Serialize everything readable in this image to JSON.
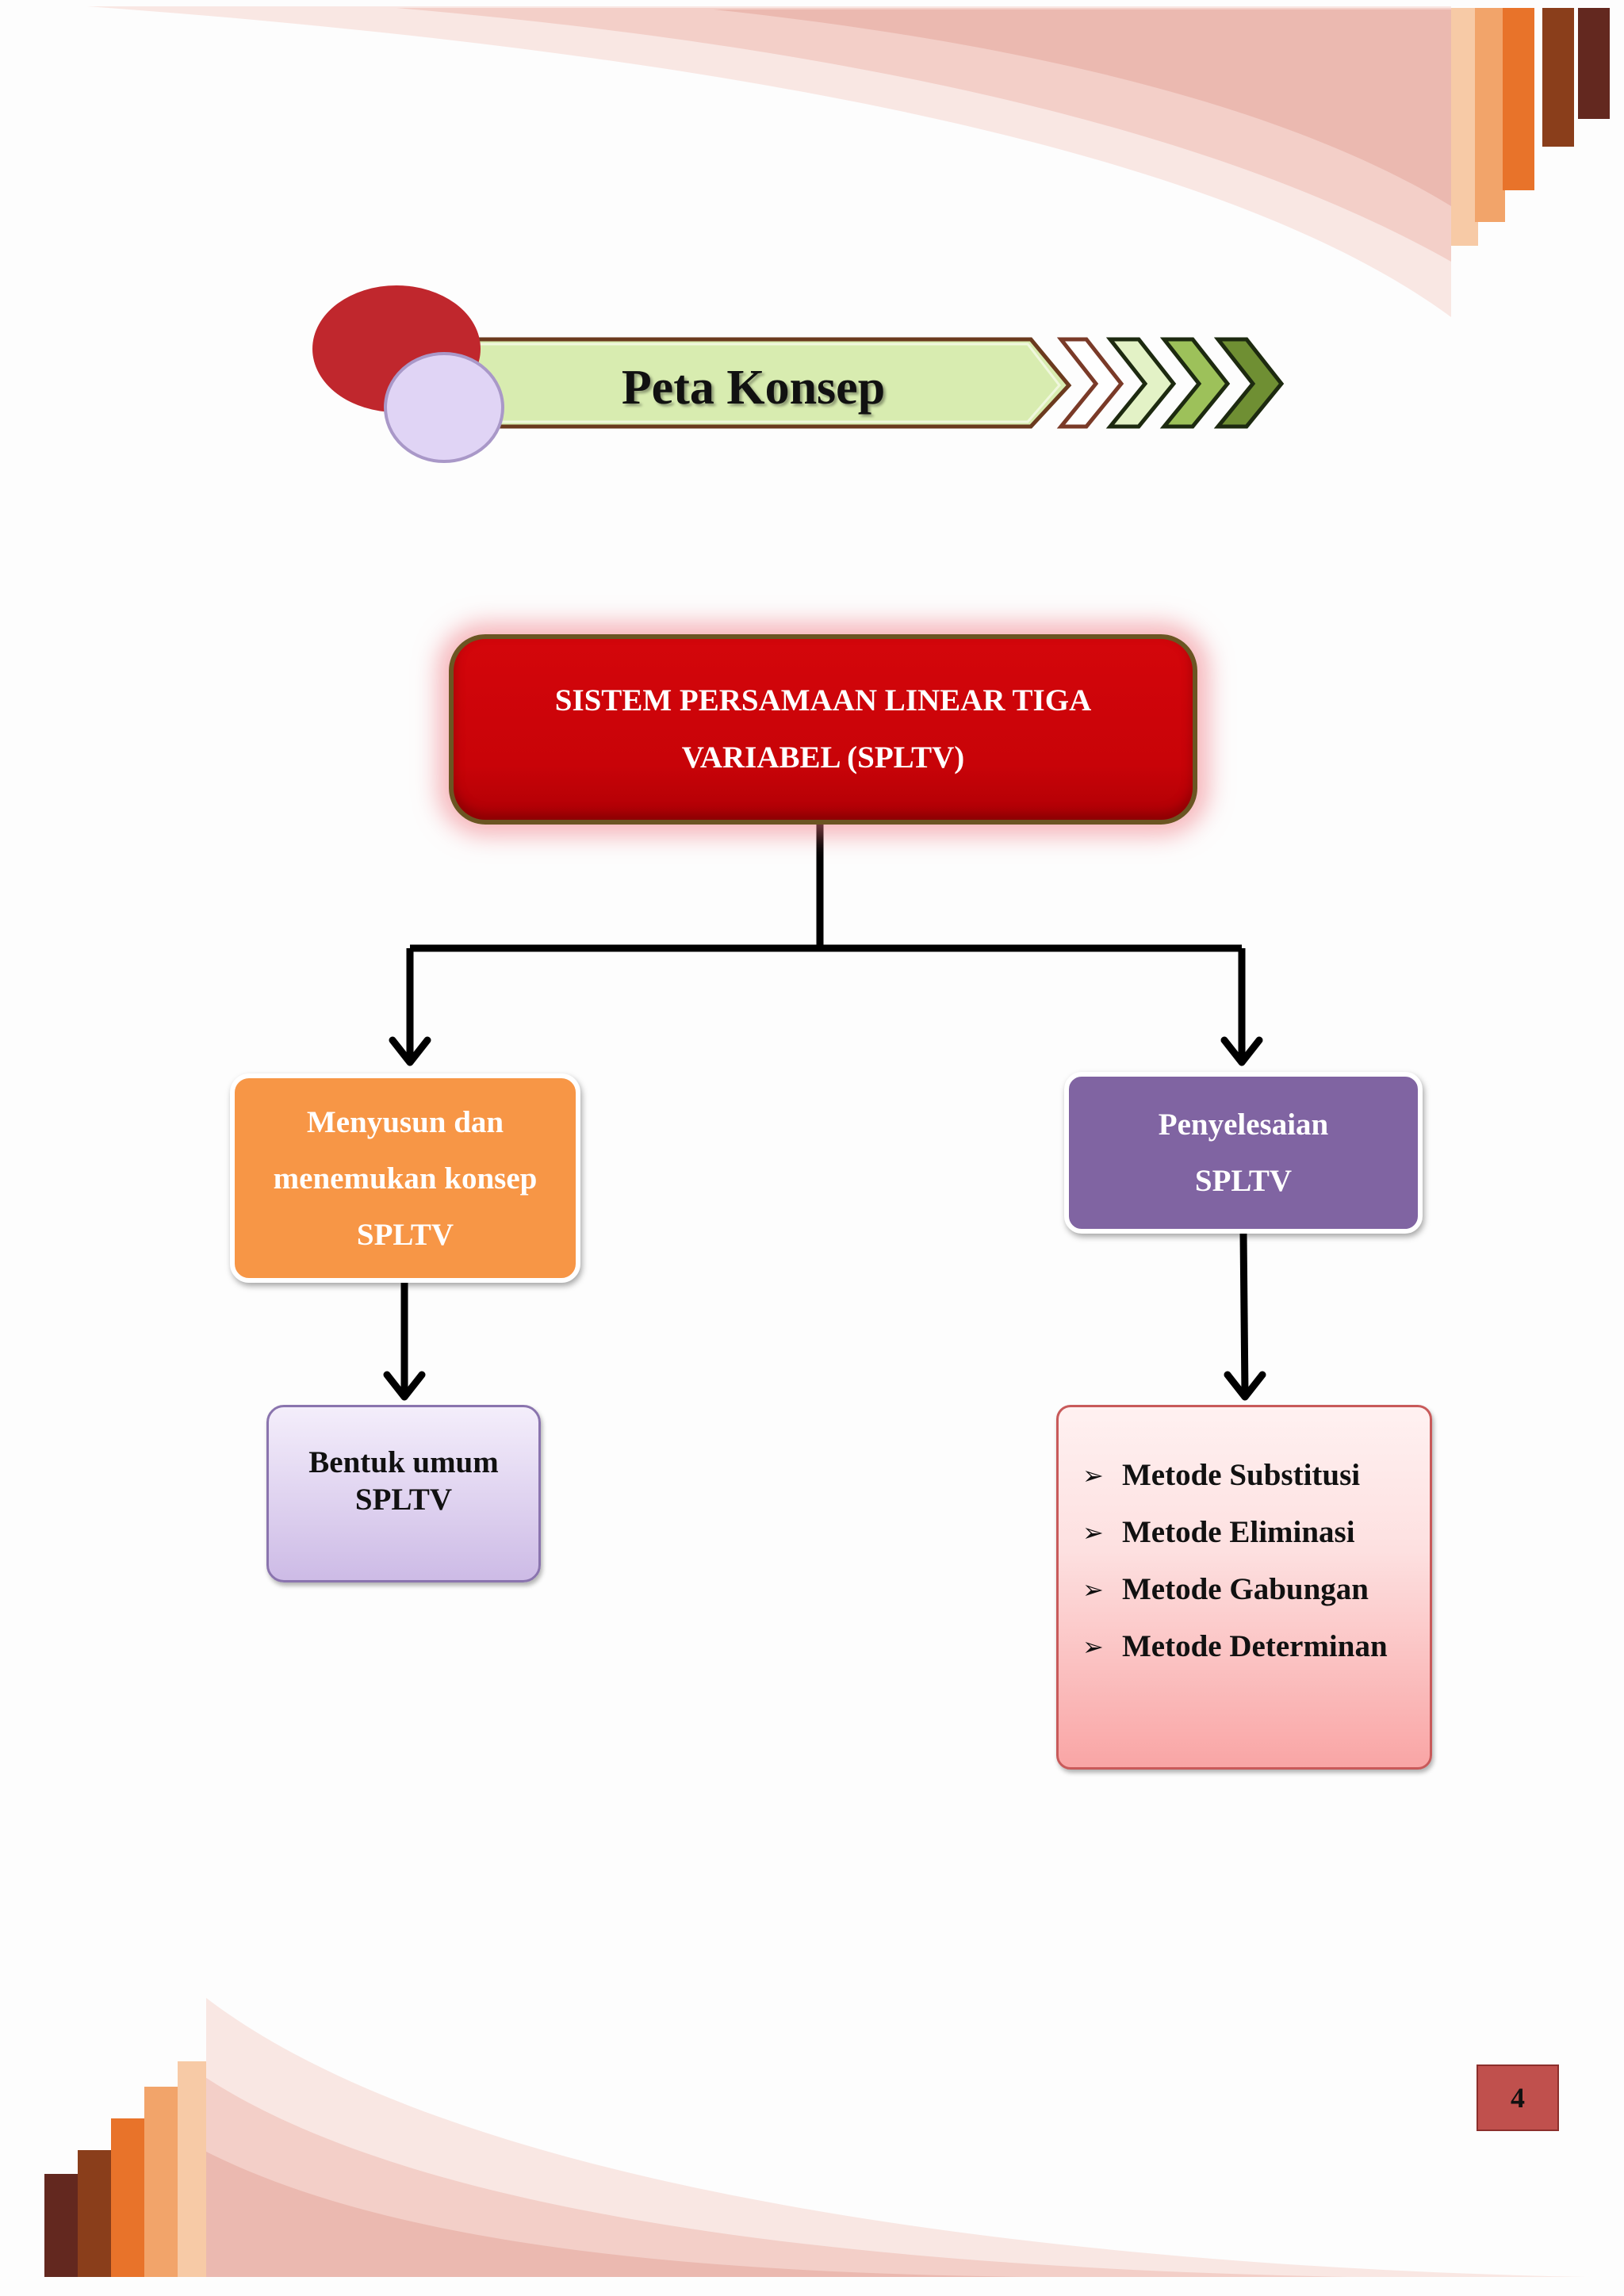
{
  "header": {
    "title": "Peta Konsep"
  },
  "concept_map": {
    "root": {
      "line1": "SISTEM PERSAMAAN LINEAR TIGA",
      "line2": "VARIABEL (SPLTV)"
    },
    "left_branch": {
      "line1": "Menyusun dan",
      "line2": "menemukan konsep",
      "line3": "SPLTV",
      "child": {
        "line1": "Bentuk umum",
        "line2": "SPLTV"
      }
    },
    "right_branch": {
      "line1": "Penyelesaian",
      "line2": "SPLTV",
      "child": {
        "items": [
          "Metode Substitusi",
          "Metode Eliminasi",
          "Metode Gabungan",
          "Metode Determinan"
        ]
      }
    }
  },
  "footer": {
    "page_number": "4"
  },
  "colors": {
    "root_fill": "#cc0000",
    "left_fill": "#f79646",
    "right_fill": "#8064a2",
    "bentuk_fill": "#ddd0ee",
    "metode_fill": "#fbc4c4",
    "page_badge": "#c0504d"
  }
}
